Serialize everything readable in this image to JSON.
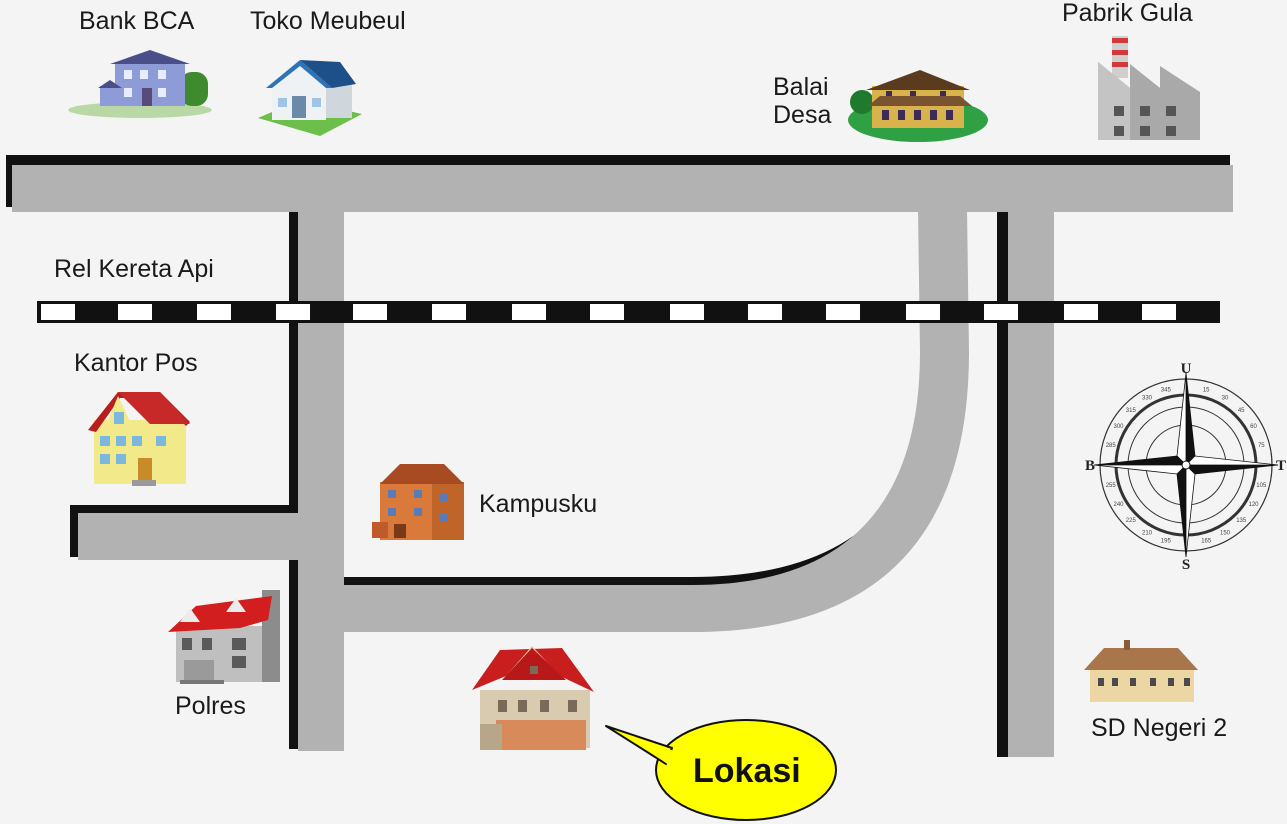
{
  "places": {
    "bank_bca": "Bank BCA",
    "toko_meubeul": "Toko Meubeul",
    "pabrik_gula": "Pabrik Gula",
    "balai_desa": "Balai\nDesa",
    "rel_kereta_api": "Rel Kereta Api",
    "kantor_pos": "Kantor Pos",
    "kampusku": "Kampusku",
    "polres": "Polres",
    "sd_negeri_2": "SD Negeri 2"
  },
  "callout": {
    "label": "Lokasi"
  },
  "compass": {
    "north": "U",
    "east": "T",
    "south": "S",
    "west": "B",
    "degrees": [
      "345",
      "15",
      "30",
      "45",
      "60",
      "75",
      "105",
      "120",
      "135",
      "150",
      "165",
      "195",
      "210",
      "225",
      "240",
      "255",
      "285",
      "300",
      "315",
      "330"
    ]
  },
  "colors": {
    "road": "#b2b2b2",
    "road_shadow": "#111111",
    "rail_dark": "#111111",
    "rail_light": "#ffffff",
    "callout_fill": "#ffff00"
  }
}
